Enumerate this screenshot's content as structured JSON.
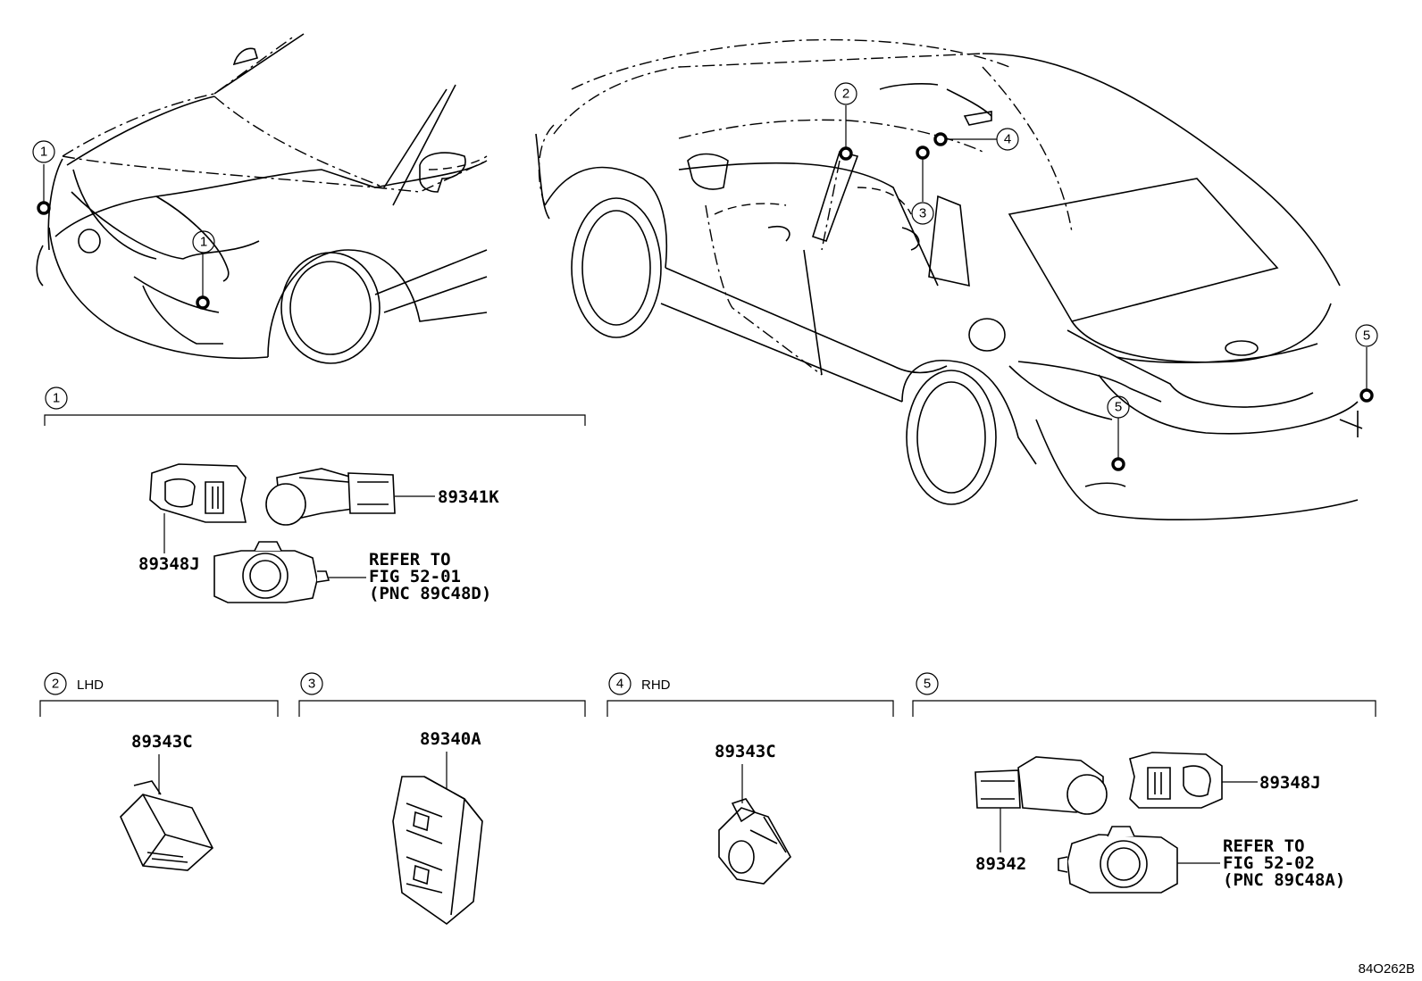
{
  "callouts": {
    "c1": "1",
    "c2": "2",
    "c3": "3",
    "c4": "4",
    "c5": "5"
  },
  "groups": {
    "g1": {
      "num": "1",
      "qualifier": ""
    },
    "g2": {
      "num": "2",
      "qualifier": "LHD"
    },
    "g3": {
      "num": "3",
      "qualifier": ""
    },
    "g4": {
      "num": "4",
      "qualifier": "RHD"
    },
    "g5": {
      "num": "5",
      "qualifier": ""
    }
  },
  "parts": {
    "p_89341K": "89341K",
    "p_89348J_front": "89348J",
    "p_89343C_lhd": "89343C",
    "p_89340A": "89340A",
    "p_89343C_rhd": "89343C",
    "p_89342": "89342",
    "p_89348J_rear": "89348J"
  },
  "references": {
    "front": [
      "REFER TO",
      "FIG 52-01",
      "(PNC 89C48D)"
    ],
    "rear": [
      "REFER TO",
      "FIG 52-02",
      "(PNC 89C48A)"
    ]
  },
  "diagram_code": "84O262B"
}
